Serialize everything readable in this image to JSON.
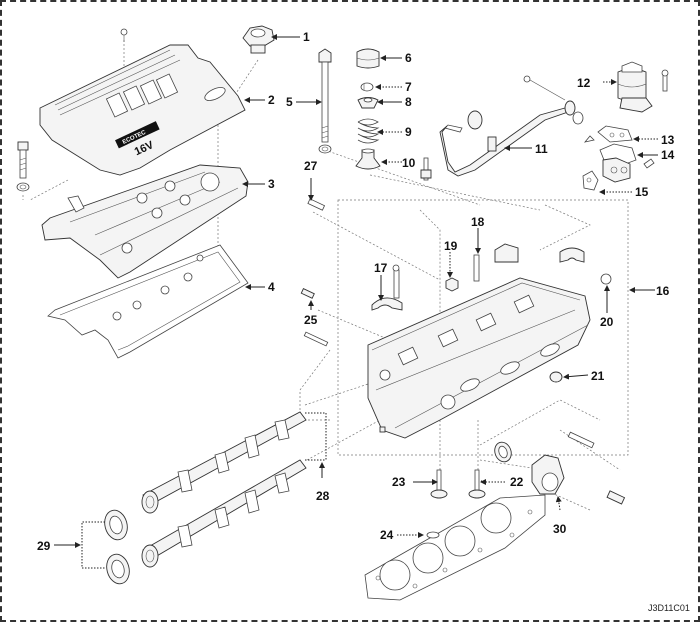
{
  "diagram": {
    "title": "Cylinder head exploded view",
    "figure_code": "J3D11C01",
    "engine_cover_badge": "16V",
    "engine_cover_emblem": "ECOTEC",
    "callouts": [
      {
        "id": "1",
        "label": "1",
        "part": "oil-filler-cap"
      },
      {
        "id": "2",
        "label": "2",
        "part": "engine-cover"
      },
      {
        "id": "3",
        "label": "3",
        "part": "cylinder-head-cover"
      },
      {
        "id": "4",
        "label": "4",
        "part": "cylinder-head-cover-gasket"
      },
      {
        "id": "5",
        "label": "5",
        "part": "cylinder-head-bolt"
      },
      {
        "id": "6",
        "label": "6",
        "part": "valve-tappet"
      },
      {
        "id": "7",
        "label": "7",
        "part": "valve-keeper"
      },
      {
        "id": "8",
        "label": "8",
        "part": "valve-spring-retainer"
      },
      {
        "id": "9",
        "label": "9",
        "part": "valve-spring"
      },
      {
        "id": "10",
        "label": "10",
        "part": "valve-stem-seal"
      },
      {
        "id": "11",
        "label": "11",
        "part": "egr-pipe"
      },
      {
        "id": "12",
        "label": "12",
        "part": "egr-valve"
      },
      {
        "id": "13",
        "label": "13",
        "part": "egr-gasket"
      },
      {
        "id": "14",
        "label": "14",
        "part": "egr-adapter"
      },
      {
        "id": "15",
        "label": "15",
        "part": "egr-adapter-gasket"
      },
      {
        "id": "16",
        "label": "16",
        "part": "cylinder-head"
      },
      {
        "id": "17",
        "label": "17",
        "part": "camshaft-bearing-cap"
      },
      {
        "id": "18",
        "label": "18",
        "part": "dowel-pin"
      },
      {
        "id": "19",
        "label": "19",
        "part": "nut"
      },
      {
        "id": "20",
        "label": "20",
        "part": "plug"
      },
      {
        "id": "21",
        "label": "21",
        "part": "sleeve"
      },
      {
        "id": "22",
        "label": "22",
        "part": "intake-valve"
      },
      {
        "id": "23",
        "label": "23",
        "part": "exhaust-valve"
      },
      {
        "id": "24",
        "label": "24",
        "part": "cylinder-head-gasket"
      },
      {
        "id": "25",
        "label": "25",
        "part": "sensor"
      },
      {
        "id": "27",
        "label": "27",
        "part": "stud"
      },
      {
        "id": "28",
        "label": "28",
        "part": "camshafts"
      },
      {
        "id": "29",
        "label": "29",
        "part": "camshaft-seals"
      },
      {
        "id": "30",
        "label": "30",
        "part": "thermostat-housing"
      }
    ]
  }
}
